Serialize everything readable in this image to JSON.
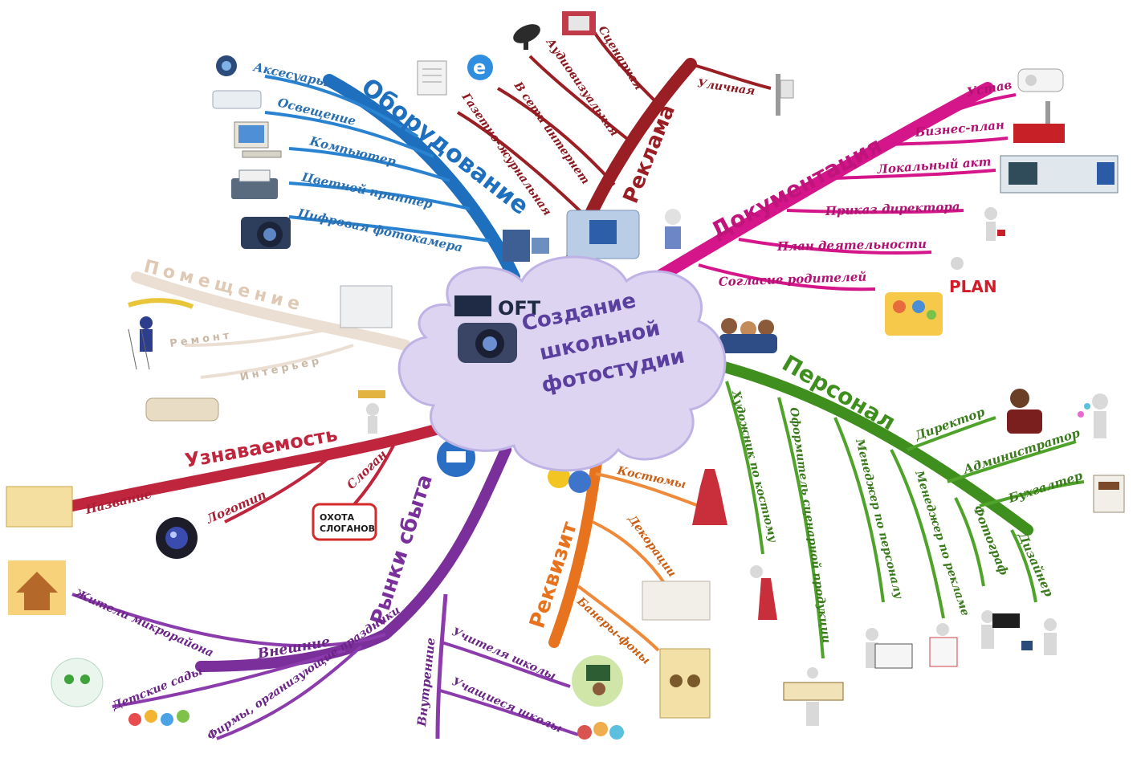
{
  "center": {
    "lines": [
      "Создание",
      "школьной",
      "фотостудии"
    ],
    "logo_text": "OFT"
  },
  "colors": {
    "equipment": "#1f6fbf",
    "advertising": "#9a1f25",
    "documentation": "#d4168a",
    "premises": "#e2d4c4",
    "recognition": "#c0253e",
    "markets": "#7a2f9a",
    "props": "#e8731e",
    "staff": "#3f8f1e",
    "cloud": "#d9d2f0"
  },
  "branches": {
    "equipment": {
      "title": "Оборудование",
      "items": [
        "Аксесуары",
        "Освещение",
        "Компьютер",
        "Цветной принтер",
        "Цифровая фотокамера"
      ]
    },
    "advertising": {
      "title": "Реклама",
      "items": [
        "Уличная",
        "Сценарная",
        "Аудиовизуальная",
        "В сети интернет",
        "Газетно-журнальная"
      ]
    },
    "documentation": {
      "title": "Документация",
      "items": [
        "Устав",
        "Бизнес-план",
        "Локальный акт",
        "Приказ директора",
        "План деятельности",
        "Согласие родителей"
      ]
    },
    "premises": {
      "title": "Помещение",
      "items": [
        "Ремонт",
        "Интерьер"
      ]
    },
    "recognition": {
      "title": "Узнаваемость",
      "items": [
        "Название",
        "Логотип",
        "Слоган"
      ]
    },
    "markets": {
      "title": "Рынки сбыта",
      "external": "Внешние",
      "external_items": [
        "Жители микрорайона",
        "Детские сады",
        "Фирмы, организующие праздники"
      ],
      "internal": "Внутренние",
      "internal_items": [
        "Учителя школы",
        "Учащиеся школы"
      ]
    },
    "props": {
      "title": "Реквизит",
      "items": [
        "Костюмы",
        "Декорации",
        "Банеры-фоны"
      ]
    },
    "staff": {
      "title": "Персонал",
      "items": [
        "Директор",
        "Администратор",
        "Бухгалтер",
        "Фотограф",
        "Дизайнер",
        "Менеджер по рекламе",
        "Менеджер по персоналу",
        "Оформитель сценарной продукции",
        "Художник по костюму"
      ]
    }
  },
  "picture_text": {
    "slogan_badge": [
      "ОХОТА",
      "СЛОГАНОВ"
    ],
    "plan_badge": "PLAN"
  },
  "icons": [
    "camera-icon",
    "printer-icon",
    "computer-icon",
    "satellite-dish-icon",
    "newspaper-icon",
    "internet-explorer-icon",
    "projector-icon",
    "people-icon",
    "theater-masks-icon",
    "dress-icon",
    "cart-icon",
    "lens-icon",
    "house-family-icon",
    "children-icon",
    "teacher-icon"
  ]
}
